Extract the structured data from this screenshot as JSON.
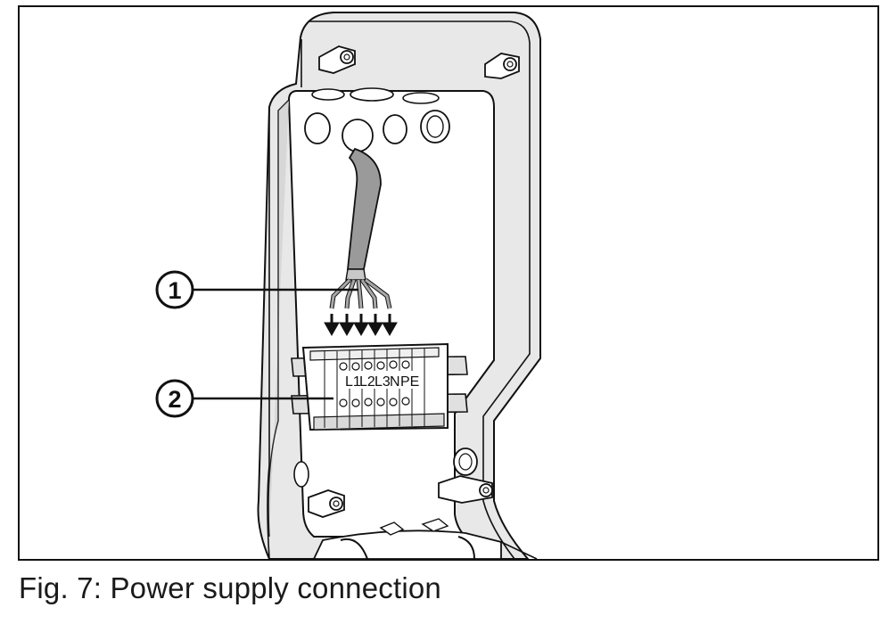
{
  "figure": {
    "callouts": [
      {
        "number": "1"
      },
      {
        "number": "2"
      }
    ],
    "terminal_labels": [
      "L1",
      "L2",
      "L3",
      "N",
      "PE"
    ],
    "caption": "Fig. 7: Power supply connection"
  },
  "colors": {
    "line": "#111111",
    "housing_shade": "#e6e6e6",
    "cable": "#9a9a9a",
    "background": "#ffffff"
  }
}
